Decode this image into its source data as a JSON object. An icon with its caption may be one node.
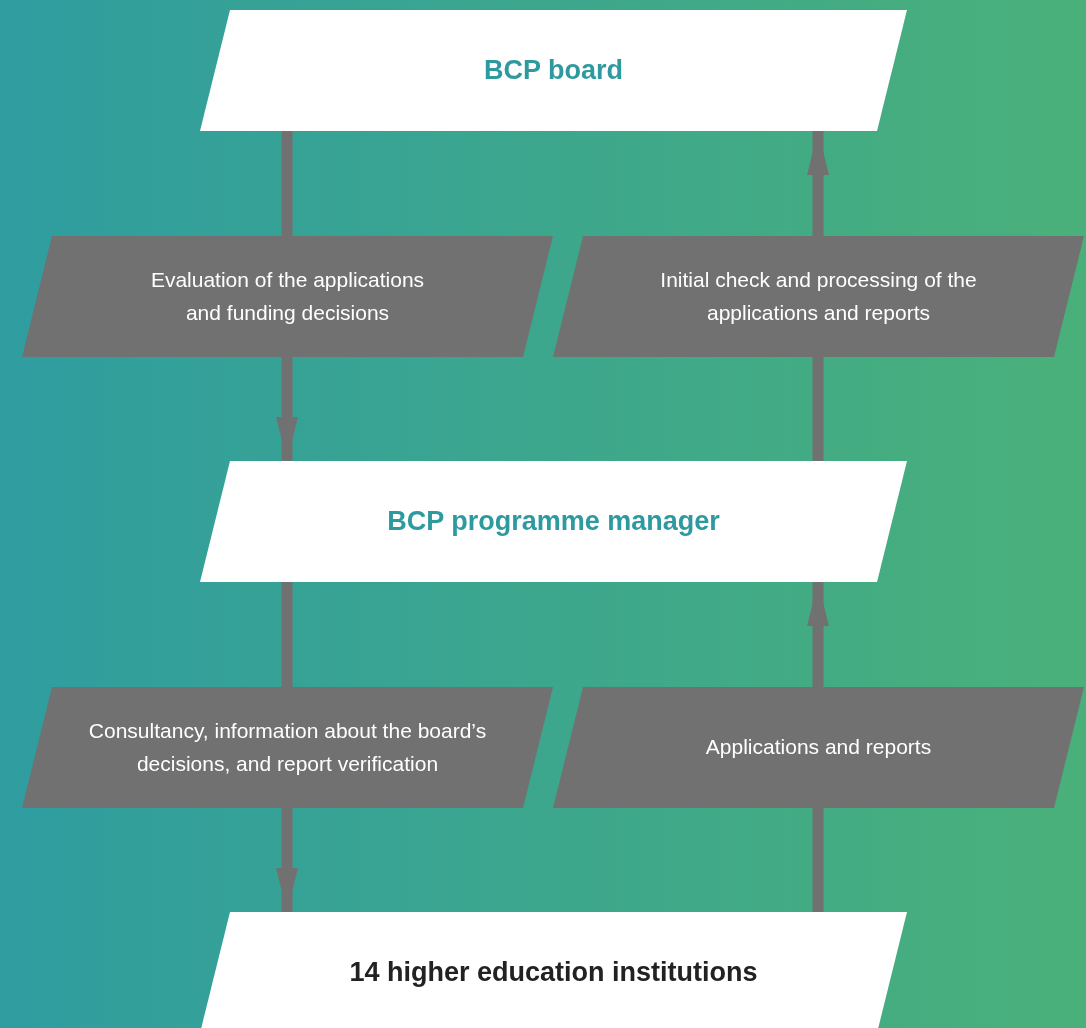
{
  "diagram": {
    "nodes": [
      {
        "text": [
          "BCP board"
        ]
      },
      {
        "text": [
          "Evaluation of the applications and funding decisions"
        ]
      },
      {
        "text": [
          "Initial check and processing of the applications and reports"
        ]
      },
      {
        "text": [
          "BCP programme manager"
        ]
      },
      {
        "text": [
          "Consultancy, information about the board’s decisions, and report verification"
        ]
      },
      {
        "text": [
          "Applications and reports"
        ]
      },
      {
        "text": [
          "14 higher education institutions"
        ]
      }
    ],
    "edges": [
      {
        "from": 0,
        "to": 1,
        "arrow": "none"
      },
      {
        "from": 1,
        "to": 3,
        "arrow": "to"
      },
      {
        "from": 3,
        "to": 2,
        "arrow": "none"
      },
      {
        "from": 2,
        "to": 0,
        "arrow": "to"
      },
      {
        "from": 3,
        "to": 4,
        "arrow": "none"
      },
      {
        "from": 4,
        "to": 6,
        "arrow": "to"
      },
      {
        "from": 6,
        "to": 5,
        "arrow": "none"
      },
      {
        "from": 5,
        "to": 3,
        "arrow": "to"
      }
    ]
  }
}
